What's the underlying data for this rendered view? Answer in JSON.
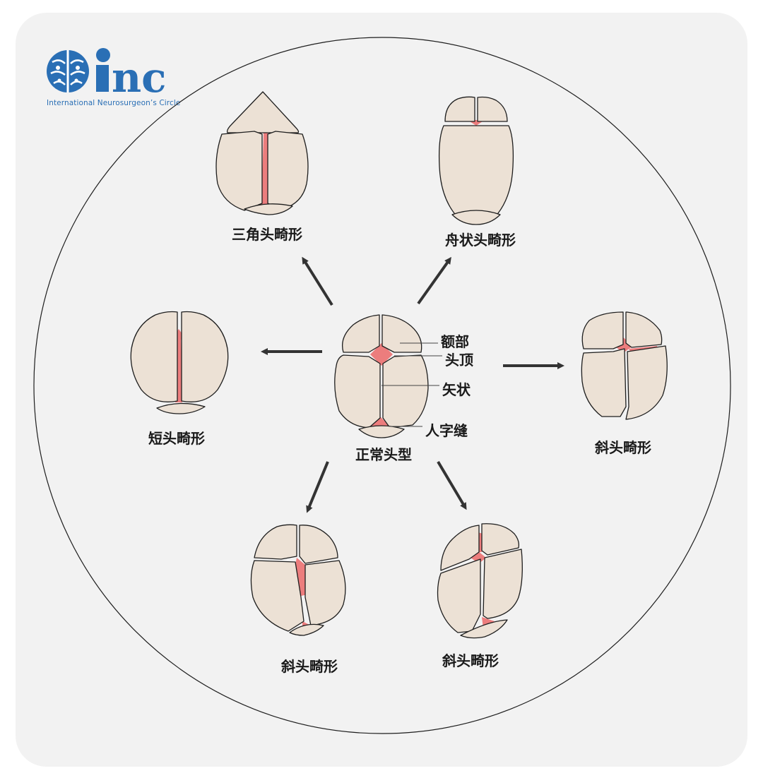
{
  "logo": {
    "wordmark": "inc",
    "tagline": "International  Neurosurgeon’s  Circle",
    "brand_color": "#2a6fb5"
  },
  "colors": {
    "bone": "#ece1d5",
    "suture": "#ec7d7d",
    "outline": "#1e1e1e",
    "arrow": "#333333"
  },
  "center": {
    "label": "正常头型",
    "annotations": [
      "额部",
      "头顶",
      "矢状",
      "人字缝"
    ]
  },
  "variants": {
    "trigonocephaly": "三角头畸形",
    "scaphocephaly": "舟状头畸形",
    "brachycephaly": "短头畸形",
    "plagio_right": "斜头畸形",
    "plagio_bottom_left": "斜头畸形",
    "plagio_bottom_right": "斜头畸形"
  }
}
